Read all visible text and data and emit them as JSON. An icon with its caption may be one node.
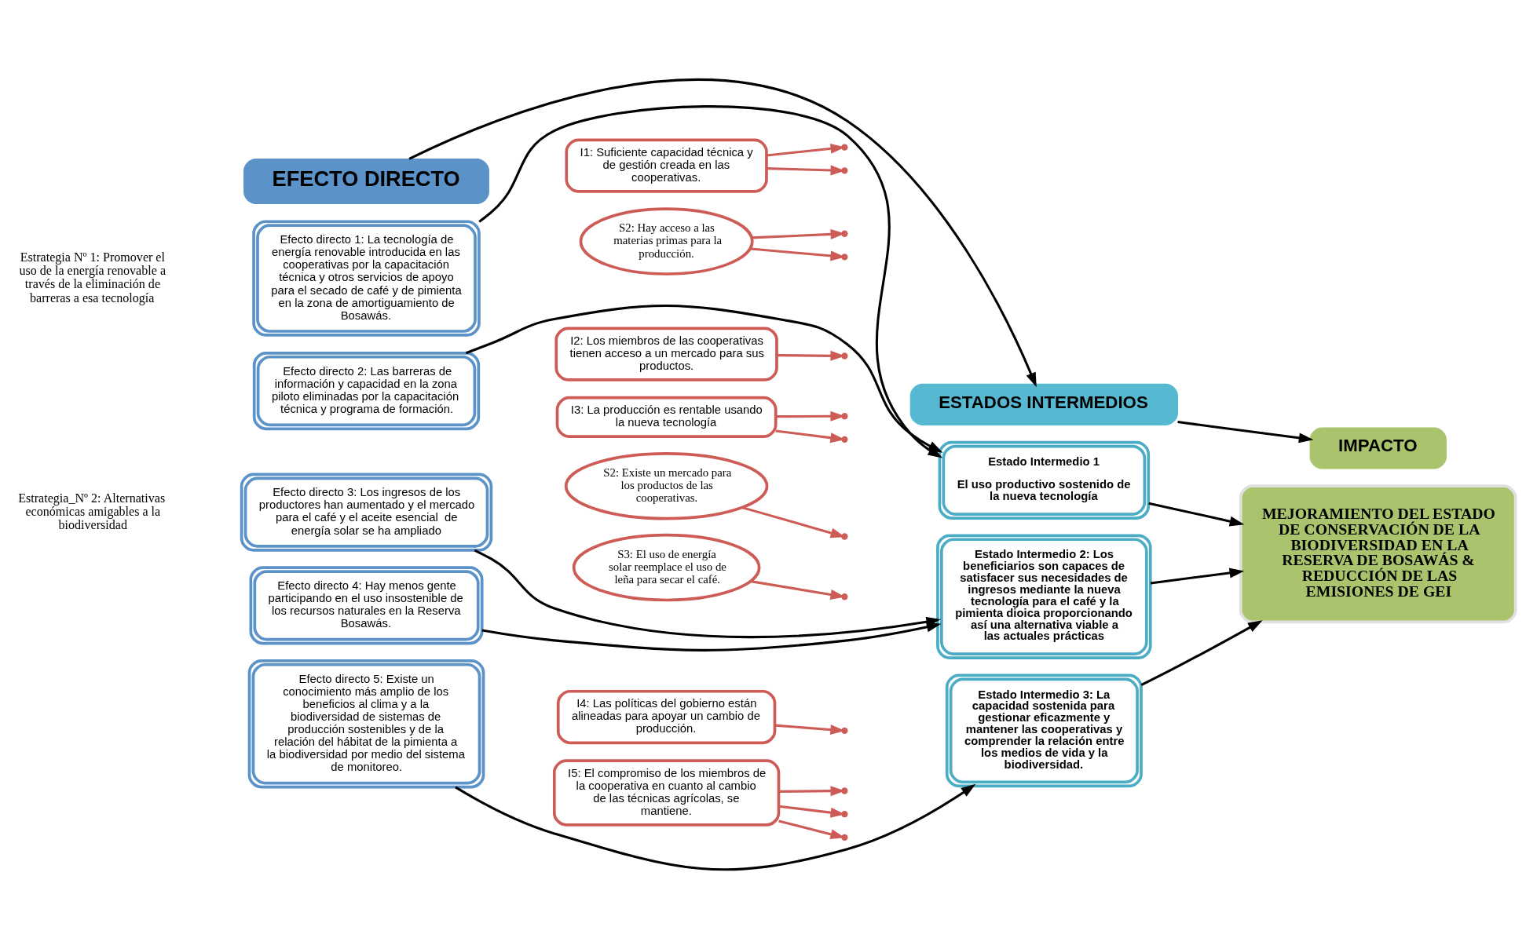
{
  "diagram": {
    "nodes": [
      {
        "text": [
          "EFECTO DIRECTO"
        ]
      },
      {
        "text": [
          "ESTADOS INTERMEDIOS"
        ]
      },
      {
        "text": [
          "IMPACTO"
        ]
      },
      {
        "text": [
          "Efecto directo 1: La tecnología de energía renovable introducida en las cooperativas por la capacitación técnica y otros servicios de apoyo para el secado de café y de pimienta en la zona de amortiguamiento de Bosawás."
        ]
      },
      {
        "text": [
          "I1: Suficiente capacidad técnica y de gestión creada en las cooperativas."
        ]
      },
      {
        "text": [
          "S2: Hay acceso a las materias primas para la producción."
        ]
      },
      {
        "text": [
          "Estado Intermedio 1",
          "El uso productivo sostenido de la nueva tecnología"
        ]
      },
      {
        "text": [
          "Efecto directo 2: Las barreras de información y capacidad en la zona piloto eliminadas por la capacitación técnica y programa de formación."
        ]
      },
      {
        "text": [
          "I2: Los miembros de las cooperativas tienen acceso a un mercado para sus productos."
        ]
      },
      {
        "text": [
          "I3: La producción es rentable usando la nueva tecnología"
        ]
      },
      {
        "text": [
          "Efecto directo 3: Los ingresos de los productores han aumentado y el mercado para el café y el aceite esencial  de energía solar se ha ampliado"
        ]
      },
      {
        "text": [
          "S2: Existe un mercado para los productos de las cooperativas."
        ]
      },
      {
        "text": [
          "S3: El uso de energía solar reemplace el uso de leña para secar el café."
        ]
      },
      {
        "text": [
          "Estado Intermedio 2: Los beneficiarios son capaces de satisfacer sus necesidades de ingresos mediante la nueva tecnología para el café y la pimienta dioica proporcionando así una alternativa viable a las actuales prácticas"
        ]
      },
      {
        "text": [
          "MEJORAMIENTO DEL ESTADO DE CONSERVACIÓN DE LA BIODIVERSIDAD EN LA RESERVA DE BOSAWÁS & REDUCCIÓN DE LAS EMISIONES DE GEI"
        ]
      },
      {
        "text": [
          "Efecto directo 4: Hay menos gente participando en el uso insostenible de los recursos naturales en la Reserva Bosawás."
        ]
      },
      {
        "text": [
          "I4: Las políticas del gobierno están alineadas para apoyar un cambio de producción."
        ]
      },
      {
        "text": [
          "I5: El compromiso de los miembros de la cooperativa en cuanto al cambio de las técnicas agrícolas, se mantiene."
        ]
      },
      {
        "text": [
          "Efecto directo 5: Existe un conocimiento más amplio de los beneficios al clima y a la biodiversidad de sistemas de producción sostenibles y de la relación del hábitat de la pimienta a la biodiversidad por medio del sistema de monitoreo."
        ]
      },
      {
        "text": [
          "Estado Intermedio 3: La capacidad sostenida para gestionar eficazmente y mantener las cooperativas y comprender la relación entre los medios de vida y la biodiversidad."
        ]
      }
    ],
    "edges": [
      {
        "from": 0,
        "to": 1,
        "arrow": "to",
        "color": "#000000"
      },
      {
        "from": 1,
        "to": 2,
        "arrow": "to",
        "color": "#000000"
      },
      {
        "from": 3,
        "to": 6,
        "arrow": "to",
        "color": "#000000"
      },
      {
        "from": 7,
        "to": 6,
        "arrow": "to",
        "color": "#000000"
      },
      {
        "from": 10,
        "to": 13,
        "arrow": "to",
        "color": "#000000"
      },
      {
        "from": 15,
        "to": 13,
        "arrow": "to",
        "color": "#000000"
      },
      {
        "from": 18,
        "to": 19,
        "arrow": "to",
        "color": "#000000"
      },
      {
        "from": 6,
        "to": 14,
        "arrow": "to",
        "color": "#000000"
      },
      {
        "from": 13,
        "to": 14,
        "arrow": "to",
        "color": "#000000"
      },
      {
        "from": 19,
        "to": 14,
        "arrow": "to",
        "color": "#000000"
      },
      {
        "from": 4,
        "to": null,
        "arrow": "to",
        "color": "#cd5c57"
      },
      {
        "from": 4,
        "to": null,
        "arrow": "to",
        "color": "#cd5c57"
      },
      {
        "from": 5,
        "to": null,
        "arrow": "to",
        "color": "#cd5c57"
      },
      {
        "from": 5,
        "to": null,
        "arrow": "to",
        "color": "#cd5c57"
      },
      {
        "from": 8,
        "to": null,
        "arrow": "to",
        "color": "#cd5c57"
      },
      {
        "from": 9,
        "to": null,
        "arrow": "to",
        "color": "#cd5c57"
      },
      {
        "from": 9,
        "to": null,
        "arrow": "to",
        "color": "#cd5c57"
      },
      {
        "from": 17,
        "to": null,
        "arrow": "to",
        "color": "#cd5c57"
      },
      {
        "from": 11,
        "to": null,
        "arrow": "to",
        "color": "#cd5c57"
      },
      {
        "from": 12,
        "to": null,
        "arrow": "to",
        "color": "#cd5c57"
      },
      {
        "from": 16,
        "to": null,
        "arrow": "to",
        "color": "#cd5c57"
      },
      {
        "from": 17,
        "to": null,
        "arrow": "to",
        "color": "#cd5c57"
      },
      {
        "from": 17,
        "to": null,
        "arrow": "to",
        "color": "#cd5c57"
      }
    ],
    "labels": [
      "Estrategia Nº 1: Promover el uso de la energía renovable a través de la eliminación de barreras a esa tecnología",
      "Estrategia_Nº 2: Alternativas económicas amigables a la biodiversidad"
    ]
  }
}
